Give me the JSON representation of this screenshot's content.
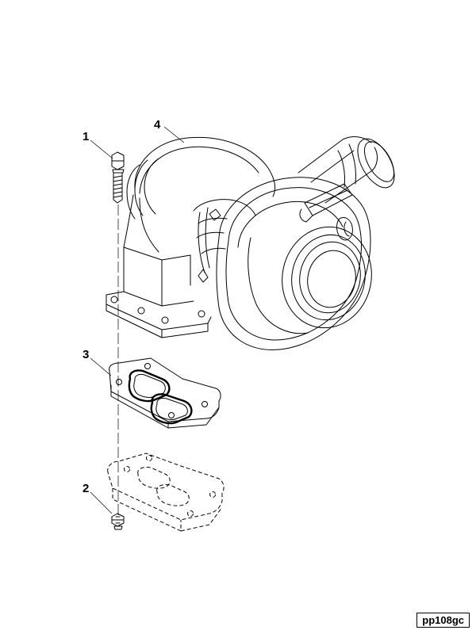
{
  "diagram": {
    "callouts": [
      {
        "id": "1",
        "label": "1"
      },
      {
        "id": "2",
        "label": "2"
      },
      {
        "id": "3",
        "label": "3"
      },
      {
        "id": "4",
        "label": "4"
      }
    ],
    "reference_code": "pp108gc"
  }
}
